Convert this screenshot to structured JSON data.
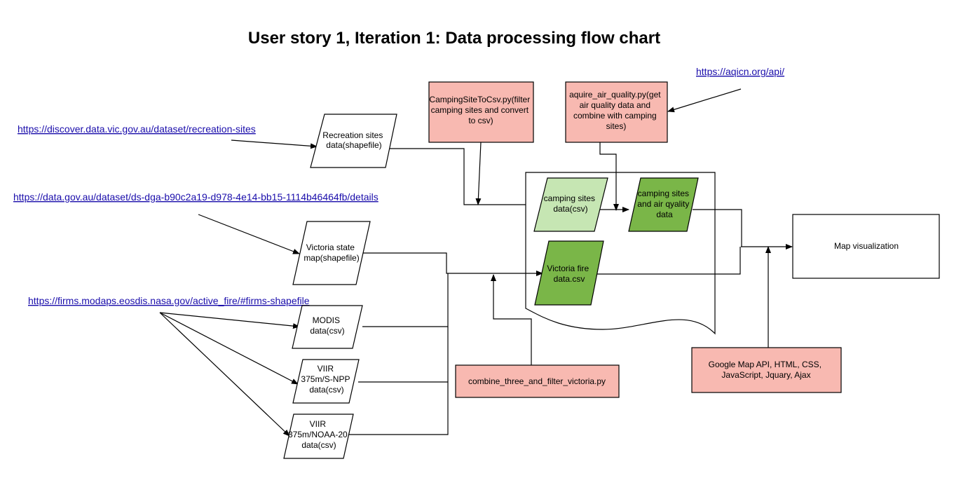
{
  "title": "User story 1, Iteration 1: Data processing flow chart",
  "links": {
    "recreation_sites": "https://discover.data.vic.gov.au/dataset/recreation-sites",
    "vic_state_map": "https://data.gov.au/dataset/ds-dga-b90c2a19-d978-4e14-bb15-1114b46464fb/details",
    "firms": "https://firms.modaps.eosdis.nasa.gov/active_fire/#firms-shapefile",
    "aqicn": "https://aqicn.org/api/"
  },
  "data_nodes": {
    "recreation_sites": [
      "Recreation sites",
      "data(shapefile)"
    ],
    "victoria_state_map": [
      "Victoria state",
      "map(shapefile)"
    ],
    "modis": [
      "MODIS",
      "data(csv)"
    ],
    "viir_snpp": [
      "VIIR",
      "375m/S-NPP",
      "data(csv)"
    ],
    "viir_noaa": [
      "VIIR",
      "375m/NOAA-20",
      "data(csv)"
    ],
    "camping_sites": [
      "camping sites",
      "data(csv)"
    ],
    "camping_air": [
      "camping sites",
      "and air qyality",
      "data"
    ],
    "victoria_fire": [
      "Victoria fire",
      "data.csv"
    ]
  },
  "process_nodes": {
    "camping_to_csv": [
      "CampingSiteToCsv.py(filter",
      "camping sites and convert",
      "to csv)"
    ],
    "air_quality": [
      "aquire_air_quality.py(get",
      "air quality data and",
      "combine with camping",
      "sites)"
    ],
    "combine_filter": [
      "combine_three_and_filter_victoria.py"
    ],
    "tech_stack": [
      "Google Map API, HTML, CSS,",
      "JavaScript, Jquary, Ajax"
    ]
  },
  "output_node": [
    "Map visualization"
  ],
  "colors": {
    "process_fill": "#f8b9b1",
    "light_green": "#c6e6b3",
    "dark_green": "#7ab648",
    "link": "#1a0dab"
  }
}
